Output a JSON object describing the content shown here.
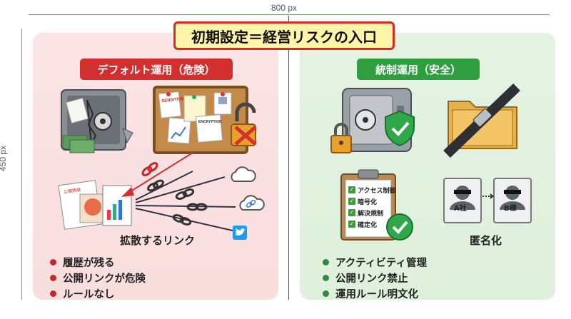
{
  "dimension_labels": {
    "width": "800 px",
    "height": "450 px"
  },
  "title": "初期設定＝経営リスクの入口",
  "left_panel": {
    "tag": "デフォルト運用（危険）",
    "doc_labels": {
      "sensitive": "SENSITIVE",
      "encryption": "ENCRYPTION",
      "public": "公開情報"
    },
    "caption": "拡散するリンク",
    "bullets": [
      "履歴が残る",
      "公開リンクが危険",
      "ルールなし"
    ]
  },
  "right_panel": {
    "tag": "統制運用（安全）",
    "checklist": [
      "アクセス制御",
      "暗号化",
      "解決規制",
      "確定化"
    ],
    "persons": {
      "a": "A社",
      "b": "B様"
    },
    "caption": "匿名化",
    "bullets": [
      "アクティビティ管理",
      "公開リンク禁止",
      "運用ルール明文化"
    ]
  },
  "colors": {
    "danger": "#d32f2f",
    "safe": "#2e9e3e",
    "title_bg": "#fff4a8",
    "title_border": "#d62b1e"
  }
}
